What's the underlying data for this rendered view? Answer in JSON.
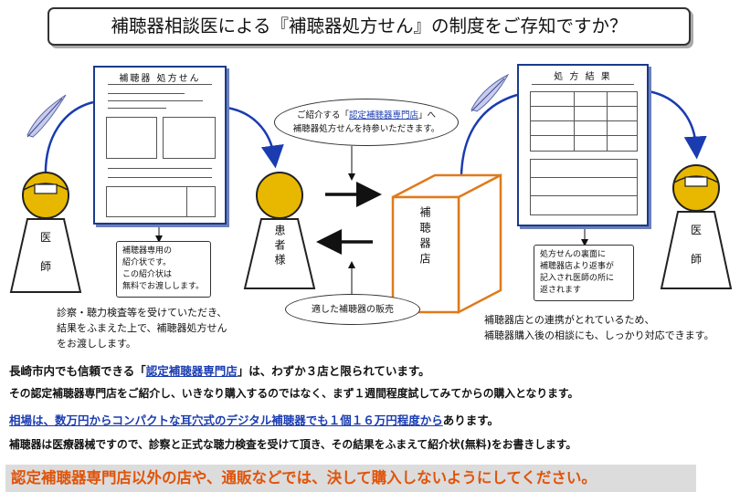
{
  "title": "補聴器相談医による『補聴器処方せん』の制度をご存知ですか？",
  "prescription_doc": {
    "title": "補聴器 処方せん"
  },
  "result_doc": {
    "title": "処 方 結 果"
  },
  "doctor_label": "医\n\n師",
  "patient_label": "患者様",
  "shop_label": "補聴器店",
  "callout_referral": {
    "line1": "補聴器専用の",
    "line2": "紹介状です。",
    "line3": "この紹介状は",
    "line4": "無料でお渡しします。"
  },
  "callout_result": {
    "line1": "処方せんの裏面に",
    "line2": "補聴器店より返事が",
    "line3": "記入され医師の所に",
    "line4": "返されます"
  },
  "oval_top": {
    "pre": "ご紹介する「",
    "link": "認定補聴器専門店",
    "post": "」へ",
    "line2": "補聴器処方せんを持参いただきます。"
  },
  "oval_bottom": {
    "text": "適した補聴器の販売"
  },
  "note_left": {
    "line1": "診察・聴力検査等を受けていただき、",
    "line2": "結果をふまえた上で、補聴器処方せん",
    "line3": "をお渡しします。"
  },
  "note_right": {
    "line1": "補聴器店との連携がとれているため、",
    "line2": "補聴器購入後の相談にも、しっかり対応できます。"
  },
  "body": {
    "line1_pre": "長崎市内でも信頼できる「",
    "line1_link": "認定補聴器専門店",
    "line1_post": "」は、わずか３店と限られています。",
    "line2": "その認定補聴器専門店をご紹介し、いきなり購入するのではなく、まず１週間程度試してみてからの購入となります。",
    "line3_link": "相場は、数万円からコンパクトな耳穴式のデジタル補聴器でも１個１６万円程度から",
    "line3_post": "あります。",
    "line4": "補聴器は医療器械ですので、診察と正式な聴力検査を受けて頂き、その結果をふまえて紹介状(無料)をお書きします。"
  },
  "warning": "認定補聴器専門店以外の店や、通販などでは、決して購入しないようにしてください。",
  "colors": {
    "accent_blue": "#1a3cb0",
    "doc_border": "#1a3a8c",
    "figure_gold": "#e8b800",
    "shop_orange": "#e07a1a",
    "warning_orange": "#e0540a",
    "warning_bg": "#dcdcdc"
  }
}
